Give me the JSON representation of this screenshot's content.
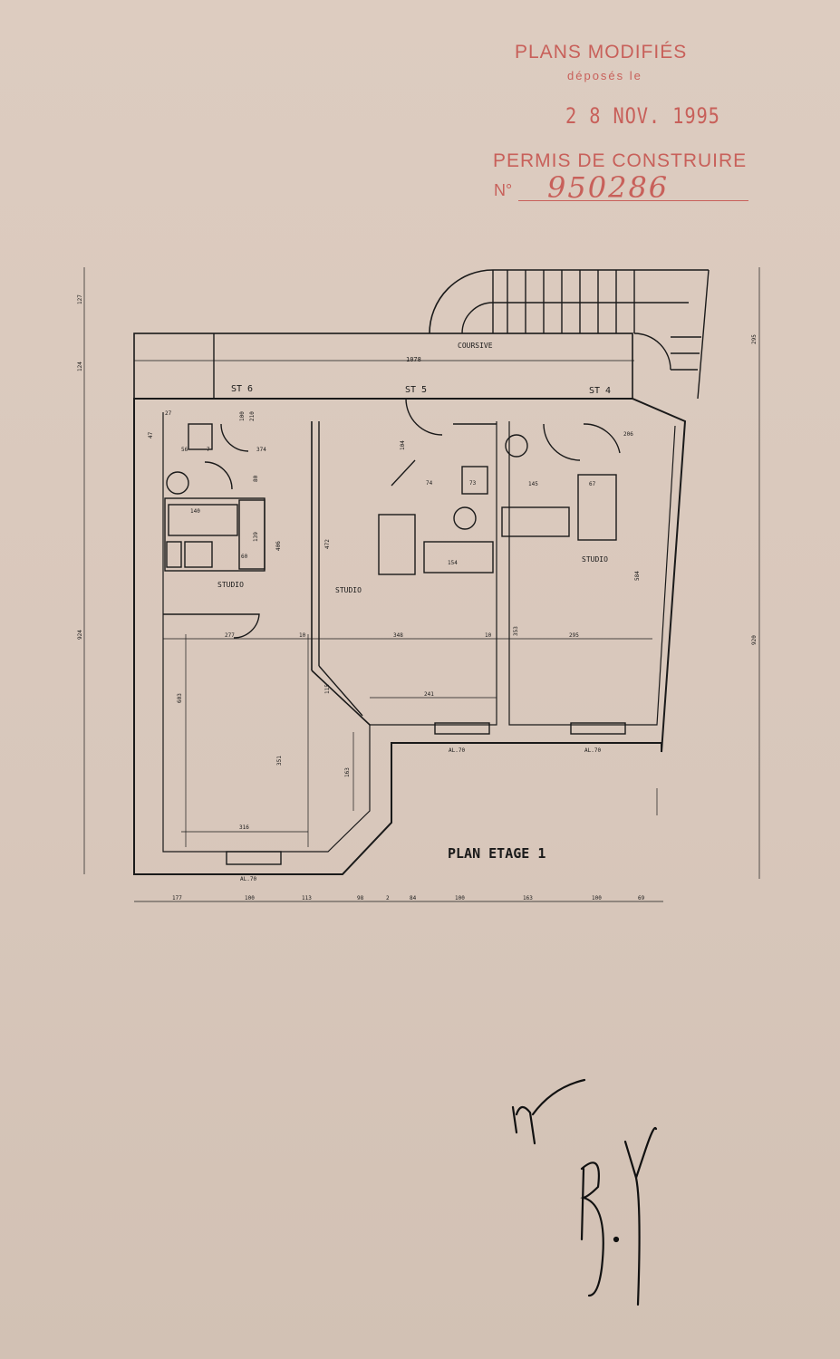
{
  "stamp": {
    "title": "PLANS MODIFIÉS",
    "subtitle": "déposés le",
    "date": "2 8 NOV. 1995",
    "permis": "PERMIS DE CONSTRUIRE",
    "no_label": "N°",
    "number": "950286",
    "color": "#c8605a"
  },
  "plan": {
    "title": "PLAN ETAGE 1",
    "coursive": "COURSIVE",
    "units": [
      "ST 6",
      "ST 5",
      "ST 4"
    ],
    "studio_label": "STUDIO",
    "window_label": "AL.70",
    "overall_width": "1078",
    "left_dims": [
      "127",
      "124",
      "924"
    ],
    "right_dims": [
      "295",
      "920"
    ],
    "bottom_dims": [
      "177",
      "100",
      "113",
      "98",
      "2",
      "84",
      "100",
      "163",
      "100",
      "69"
    ],
    "interior_dims": [
      "277",
      "10",
      "348",
      "10",
      "295",
      "472",
      "406",
      "353",
      "584",
      "603",
      "351",
      "115",
      "241",
      "163",
      "316",
      "154",
      "140",
      "139",
      "60",
      "80",
      "374",
      "210",
      "100",
      "74",
      "73",
      "67",
      "206",
      "104",
      "145",
      "47",
      "27",
      "56",
      "7"
    ]
  },
  "signature": {
    "initials": "rr",
    "signature": "B.rf"
  }
}
